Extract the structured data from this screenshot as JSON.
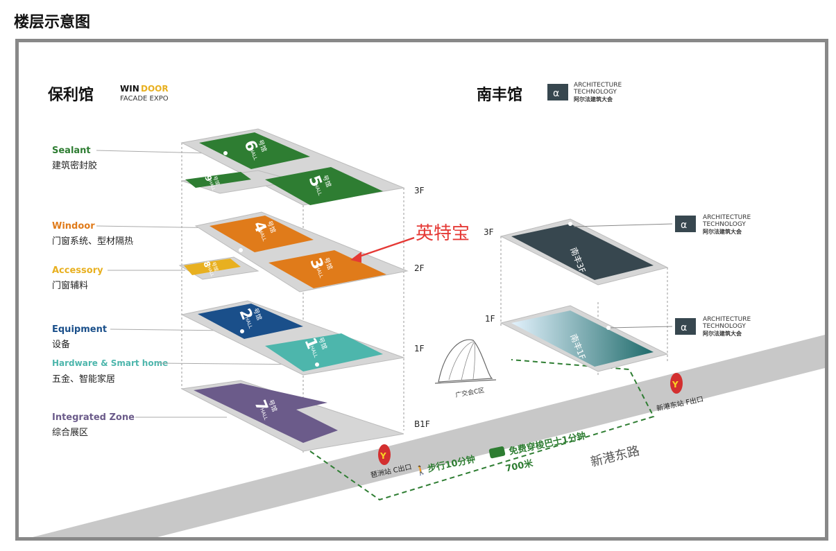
{
  "page_title": "楼层示意图",
  "poly": {
    "name": "保利馆",
    "logo_line1_a": "WIN",
    "logo_line1_b": "DOOR",
    "logo_line2": "FACADE EXPO"
  },
  "nanfeng": {
    "name": "南丰馆",
    "logo_line1": "ARCHITECTURE",
    "logo_line2": "TECHNOLOGY",
    "logo_line3": "阿尔法建筑大会"
  },
  "zones": [
    {
      "en": "Sealant",
      "zh": "建筑密封胶",
      "color": "#2e7d32"
    },
    {
      "en": "Windoor",
      "zh": "门窗系统、型材隔热",
      "color": "#e07b1a"
    },
    {
      "en": "Accessory",
      "zh": "门窗辅料",
      "color": "#e8b020"
    },
    {
      "en": "Equipment",
      "zh": "设备",
      "color": "#1a4f8a"
    },
    {
      "en": "Hardware & Smart home",
      "zh": "五金、智能家居",
      "color": "#4db6ac"
    },
    {
      "en": "Integrated Zone",
      "zh": "综合展区",
      "color": "#6b5b8a"
    }
  ],
  "halls": {
    "h6": {
      "num": "6",
      "tag": "号馆",
      "hall": "HALL"
    },
    "h9": {
      "num": "9",
      "tag": "号馆",
      "hall": "HALL"
    },
    "h5": {
      "num": "5",
      "tag": "号馆",
      "hall": "HALL"
    },
    "h4": {
      "num": "4",
      "tag": "号馆",
      "hall": "HALL"
    },
    "h8": {
      "num": "8",
      "tag": "号馆",
      "hall": "HALL"
    },
    "h3": {
      "num": "3",
      "tag": "号馆",
      "hall": "HALL"
    },
    "h2": {
      "num": "2",
      "tag": "号馆",
      "hall": "HALL"
    },
    "h1": {
      "num": "1",
      "tag": "号馆",
      "hall": "HALL"
    },
    "h7": {
      "num": "7",
      "tag": "号馆",
      "hall": "HALL"
    }
  },
  "floors": {
    "f3": "3F",
    "f2": "2F",
    "f1": "1F",
    "b1": "B1F",
    "nf3": "3F",
    "nf1": "1F"
  },
  "nanfeng_floors": {
    "top": "南丰3F",
    "bottom": "南丰1F"
  },
  "highlight": {
    "label": "英特宝",
    "color": "#e53935"
  },
  "road": {
    "name": "新港东路"
  },
  "stations": {
    "c_exit": "琶洲站 C出口",
    "f_exit": "新港东站 F出口",
    "canton_fair": "广交会C区"
  },
  "route": {
    "walk": "步行10分钟",
    "bus": "免费穿梭巴士1分钟",
    "distance": "700米",
    "color": "#2e7d32"
  }
}
